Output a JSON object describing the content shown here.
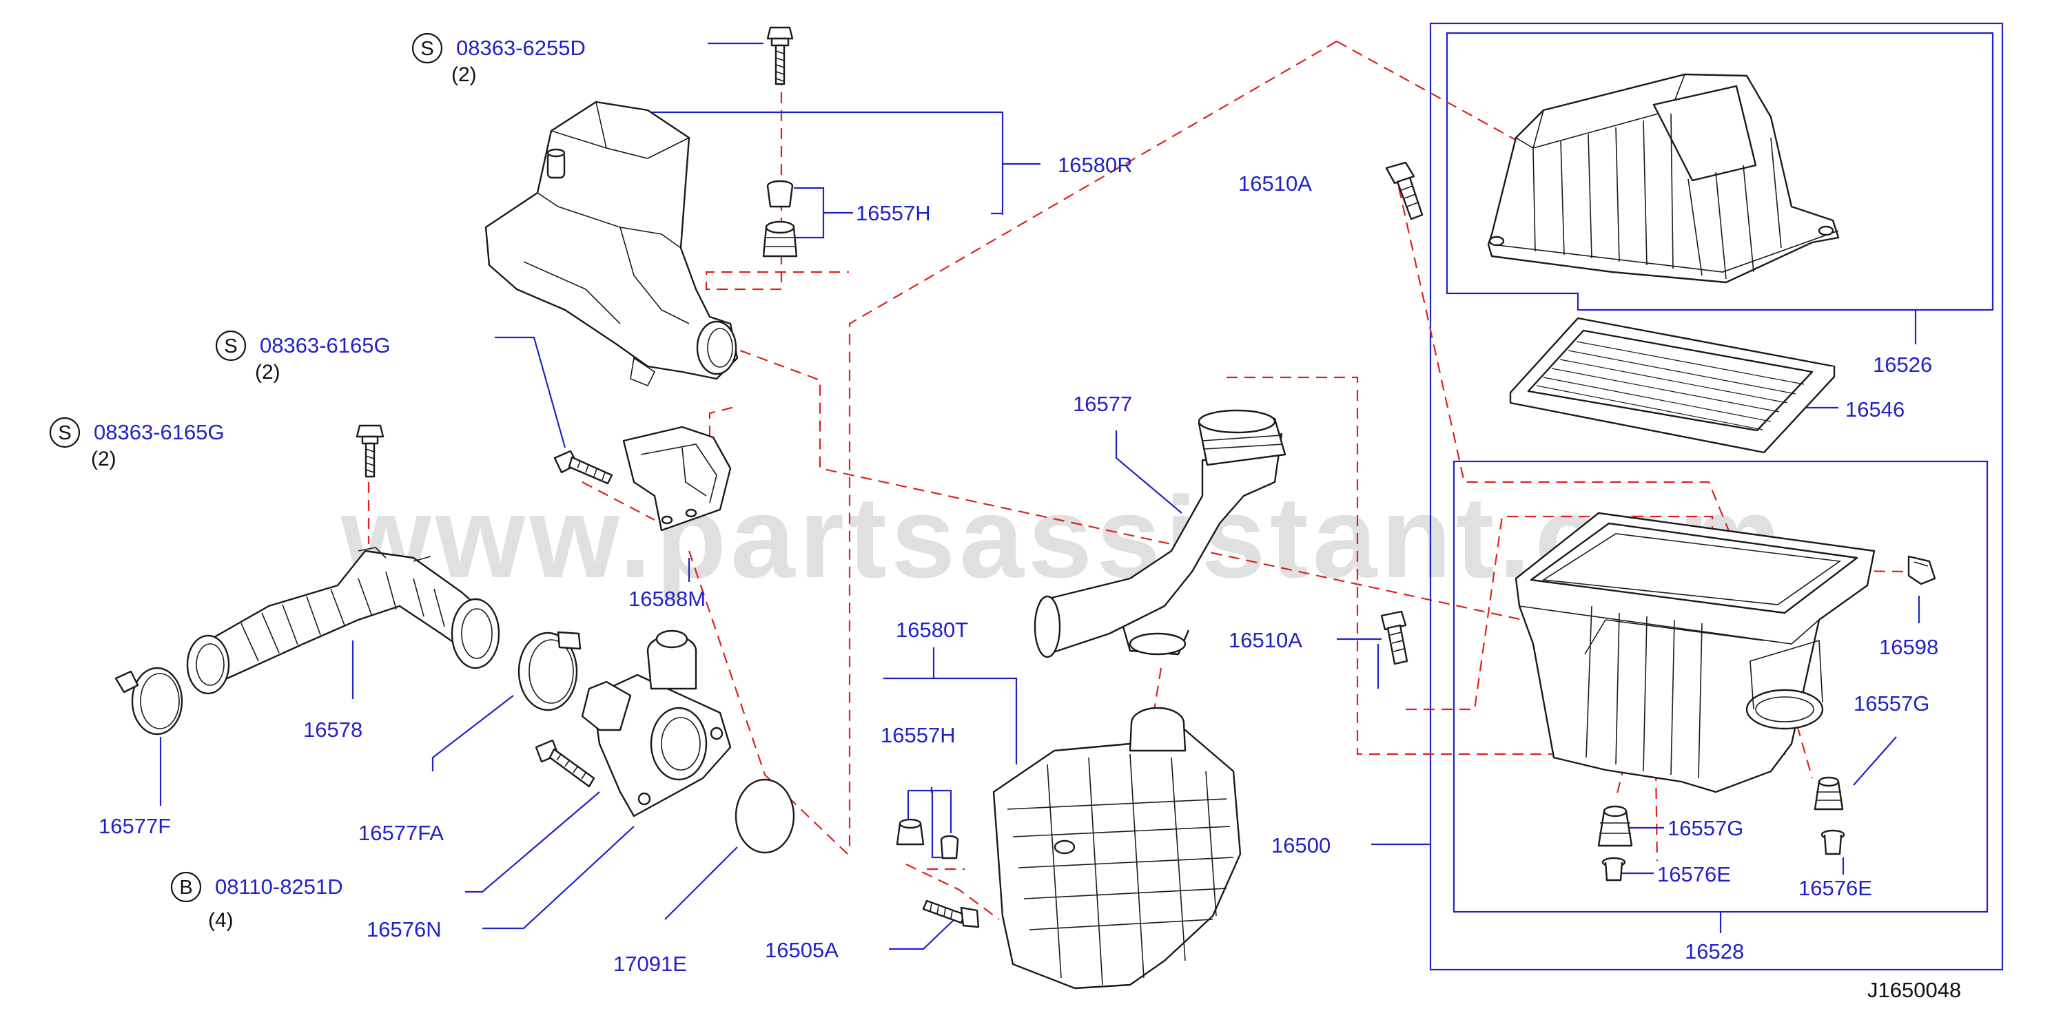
{
  "diagram_code": "J1650048",
  "watermark": "www.partsassistant.com",
  "symbols": {
    "s": "S",
    "b": "B"
  },
  "labels": {
    "p08363_6255D": "08363-6255D",
    "q08363_6255D": "(2)",
    "p16580R": "16580R",
    "p16557H_top": "16557H",
    "p16510A_top": "16510A",
    "p08363_6165G_a": "08363-6165G",
    "q08363_6165G_a": "(2)",
    "p08363_6165G_b": "08363-6165G",
    "q08363_6165G_b": "(2)",
    "p16577": "16577",
    "p16588M": "16588M",
    "p16578": "16578",
    "p16577F": "16577F",
    "p16577FA": "16577FA",
    "p16580T": "16580T",
    "p16557H_mid": "16557H",
    "p16510A_mid": "16510A",
    "p08110_8251D": "08110-8251D",
    "q08110_8251D": "(4)",
    "p16576N": "16576N",
    "p17091E": "17091E",
    "p16505A": "16505A",
    "p16500": "16500",
    "p16526": "16526",
    "p16546": "16546",
    "p16598": "16598",
    "p16557G_a": "16557G",
    "p16557G_b": "16557G",
    "p16576E_a": "16576E",
    "p16576E_b": "16576E",
    "p16528": "16528"
  }
}
